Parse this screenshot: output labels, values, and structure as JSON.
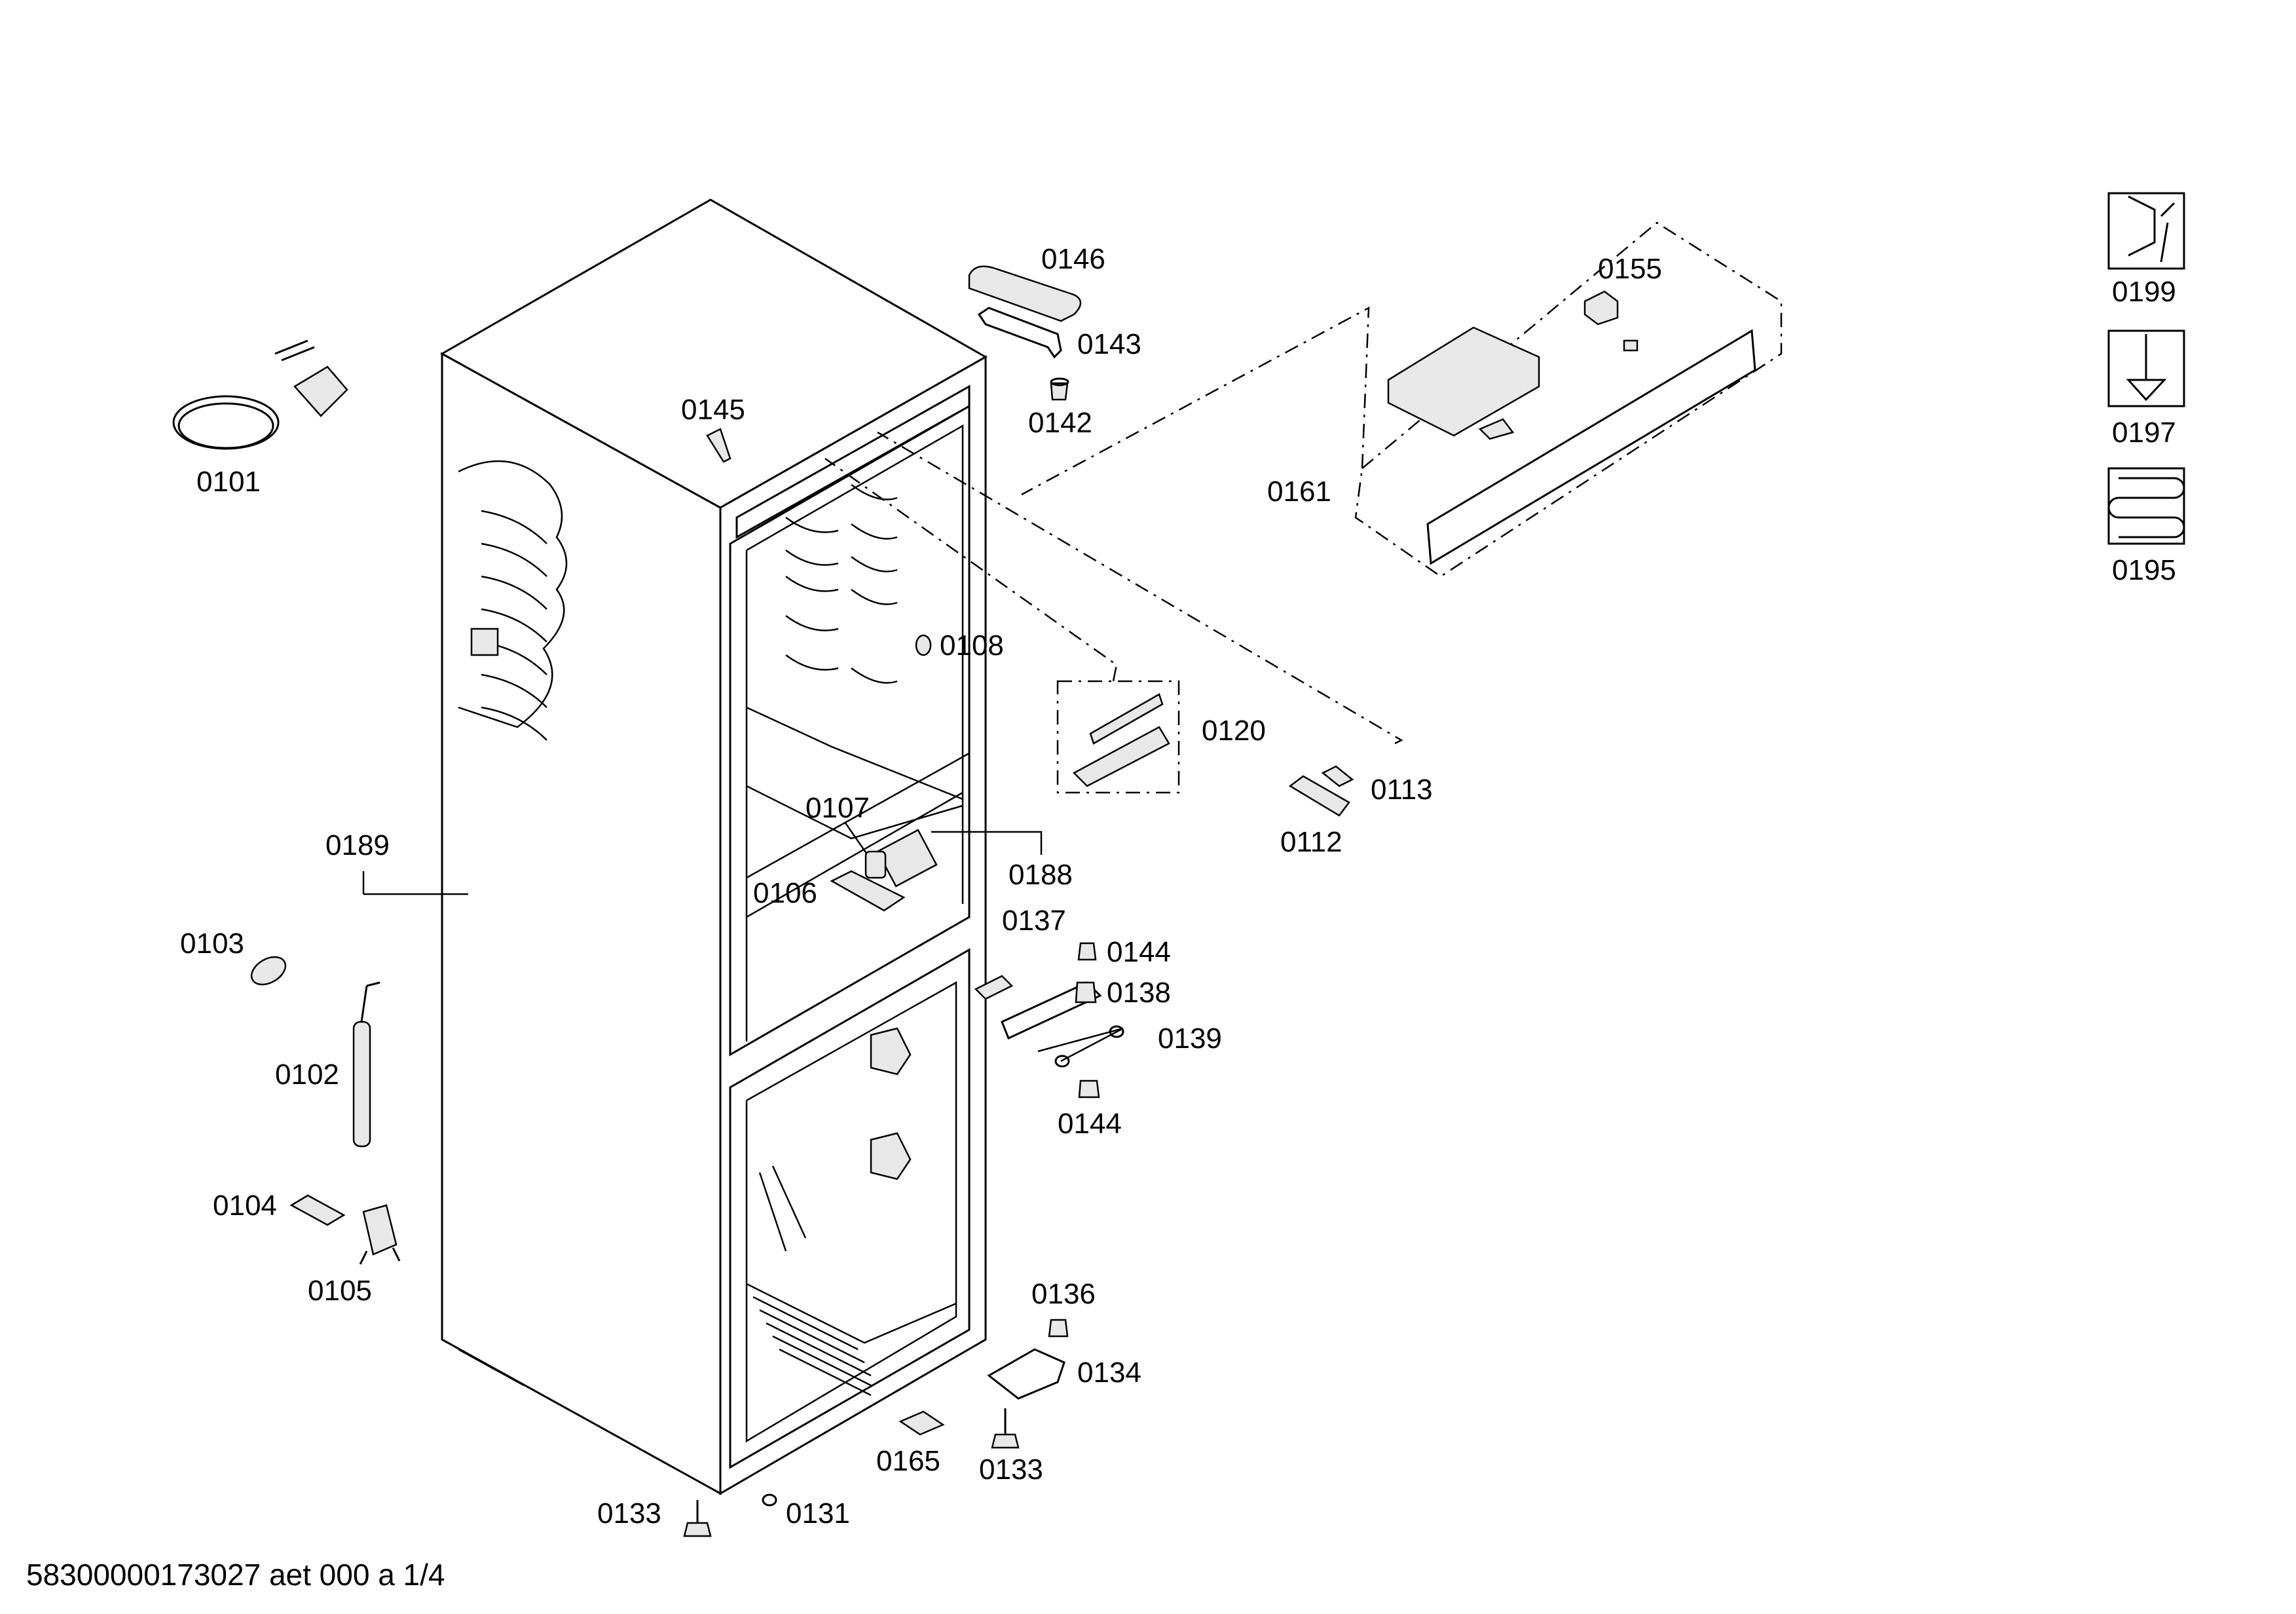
{
  "diagram": {
    "footer": "58300000173027 aet 000 a 1/4",
    "labels": {
      "p0101": "0101",
      "p0102": "0102",
      "p0103": "0103",
      "p0104": "0104",
      "p0105": "0105",
      "p0106": "0106",
      "p0107": "0107",
      "p0108": "0108",
      "p0112": "0112",
      "p0113": "0113",
      "p0120": "0120",
      "p0131": "0131",
      "p0133a": "0133",
      "p0133b": "0133",
      "p0134": "0134",
      "p0136": "0136",
      "p0137": "0137",
      "p0138": "0138",
      "p0139": "0139",
      "p0142": "0142",
      "p0143": "0143",
      "p0144a": "0144",
      "p0144b": "0144",
      "p0145": "0145",
      "p0146": "0146",
      "p0155": "0155",
      "p0161": "0161",
      "p0165": "0165",
      "p0188": "0188",
      "p0189": "0189",
      "p0195": "0195",
      "p0197": "0197",
      "p0199": "0199"
    },
    "legend_icons": [
      "wrench-nut-icon",
      "screwdriver-icon",
      "coil-icon"
    ]
  }
}
